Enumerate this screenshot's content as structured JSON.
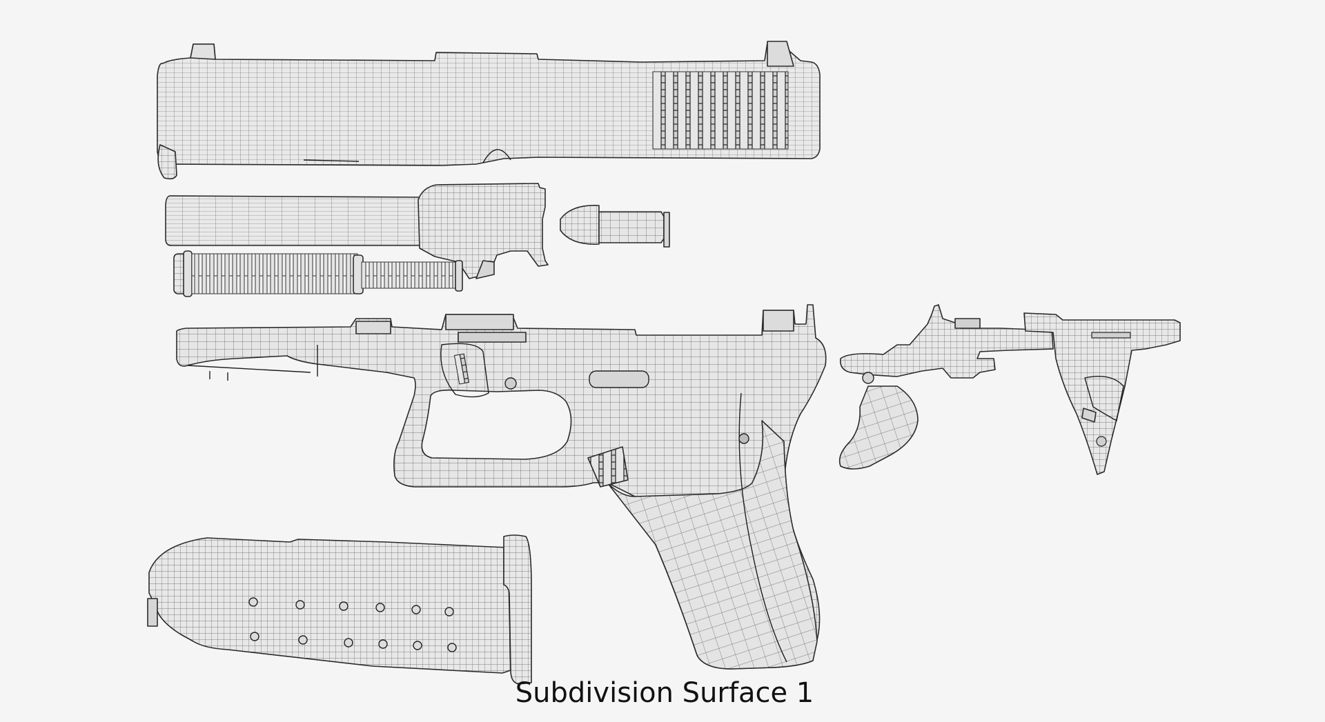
{
  "canvas": {
    "background_color": "#f5f5f5",
    "mesh_fill_color": "#e6e6e6",
    "wire_color": "#4a4a4a"
  },
  "caption": {
    "text": "Subdivision Surface 1",
    "color": "#111111"
  },
  "render": {
    "style": "wireframe-on-shaded",
    "parts": [
      {
        "name": "slide"
      },
      {
        "name": "barrel"
      },
      {
        "name": "cartridge"
      },
      {
        "name": "recoil-spring-assembly"
      },
      {
        "name": "frame"
      },
      {
        "name": "trigger-assembly"
      },
      {
        "name": "trigger-housing"
      },
      {
        "name": "magazine"
      }
    ]
  }
}
